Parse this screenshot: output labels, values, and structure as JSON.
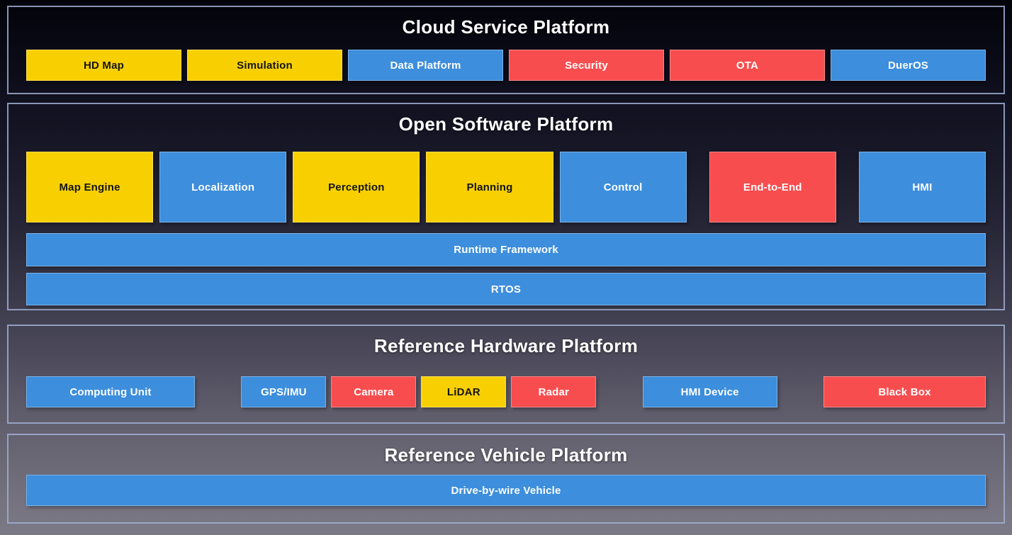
{
  "colors": {
    "yellow": "#F8D002",
    "blue": "#3D8EDC",
    "red": "#F84D4F",
    "yellow_ink": "#141414",
    "ink_default": "#FFFFFF",
    "panel_border": "#A0AED4",
    "title_text": "#FFFFFF"
  },
  "sections": {
    "cloud": {
      "title": "Cloud Service Platform",
      "boxes": [
        {
          "label": "HD Map",
          "color": "yellow"
        },
        {
          "label": "Simulation",
          "color": "yellow"
        },
        {
          "label": "Data Platform",
          "color": "blue"
        },
        {
          "label": "Security",
          "color": "red"
        },
        {
          "label": "OTA",
          "color": "red"
        },
        {
          "label": "DuerOS",
          "color": "blue"
        }
      ]
    },
    "software": {
      "title": "Open Software Platform",
      "modules": [
        {
          "label": "Map Engine",
          "color": "yellow"
        },
        {
          "label": "Localization",
          "color": "blue"
        },
        {
          "label": "Perception",
          "color": "yellow"
        },
        {
          "label": "Planning",
          "color": "yellow"
        },
        {
          "label": "Control",
          "color": "blue"
        },
        {
          "label": "End-to-End",
          "color": "red"
        },
        {
          "label": "HMI",
          "color": "blue"
        }
      ],
      "bars": [
        {
          "label": "Runtime Framework",
          "color": "blue"
        },
        {
          "label": "RTOS",
          "color": "blue"
        }
      ]
    },
    "hardware": {
      "title": "Reference Hardware Platform",
      "computing_unit": {
        "label": "Computing Unit",
        "color": "blue"
      },
      "sensors": [
        {
          "label": "GPS/IMU",
          "color": "blue"
        },
        {
          "label": "Camera",
          "color": "red"
        },
        {
          "label": "LiDAR",
          "color": "yellow"
        },
        {
          "label": "Radar",
          "color": "red"
        }
      ],
      "hmi_device": {
        "label": "HMI Device",
        "color": "blue"
      },
      "black_box": {
        "label": "Black Box",
        "color": "red"
      }
    },
    "vehicle": {
      "title": "Reference Vehicle Platform",
      "bar": {
        "label": "Drive-by-wire Vehicle",
        "color": "blue"
      }
    }
  }
}
